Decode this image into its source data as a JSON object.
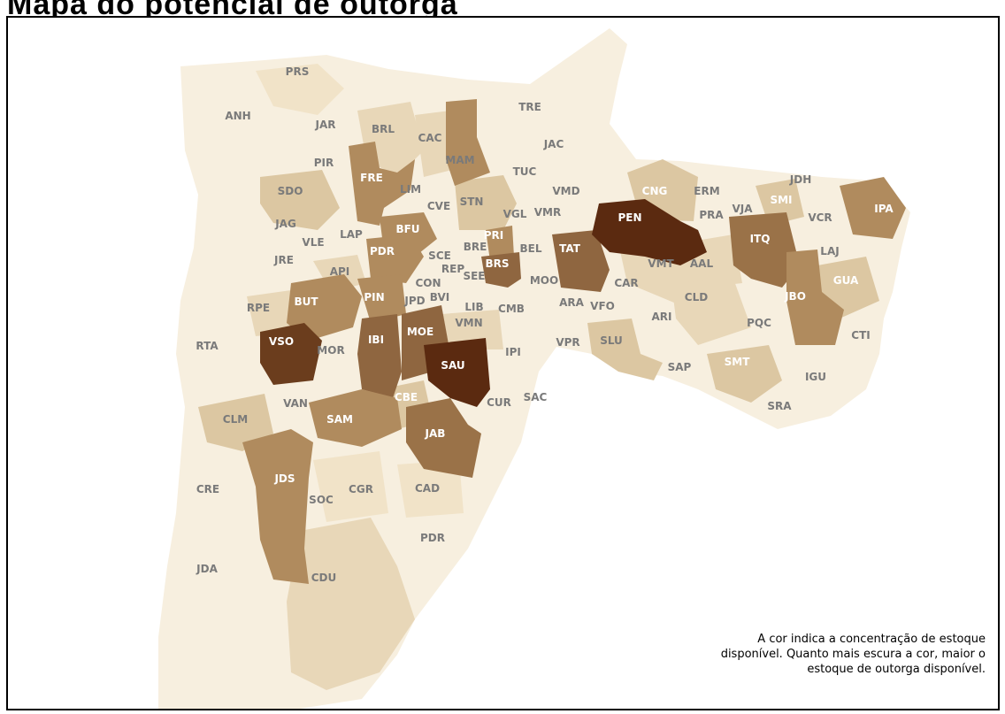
{
  "header": {
    "title": "Mapa do potencial de outorga"
  },
  "caption": "A cor indica a concentração de estoque disponível. Quanto mais escura a cor, maior o estoque de outorga disponível.",
  "colors": {
    "lightest": "#f7efdf",
    "light": "#f1e3c8",
    "medium_light": "#dcc7a2",
    "medium": "#b08b5e",
    "dark": "#7e5535",
    "darkest": "#5b2a10"
  },
  "districts": [
    {
      "code": "PRS"
    },
    {
      "code": "ANH"
    },
    {
      "code": "JAR"
    },
    {
      "code": "BRL"
    },
    {
      "code": "CAC"
    },
    {
      "code": "TRE"
    },
    {
      "code": "JAC"
    },
    {
      "code": "PIR"
    },
    {
      "code": "FRE"
    },
    {
      "code": "MAM"
    },
    {
      "code": "TUC"
    },
    {
      "code": "SDO"
    },
    {
      "code": "LIM"
    },
    {
      "code": "STN"
    },
    {
      "code": "VMD"
    },
    {
      "code": "CNG"
    },
    {
      "code": "ERM"
    },
    {
      "code": "JDH"
    },
    {
      "code": "IPA"
    },
    {
      "code": "JAG"
    },
    {
      "code": "CVE"
    },
    {
      "code": "VGL"
    },
    {
      "code": "VMR"
    },
    {
      "code": "PEN"
    },
    {
      "code": "PRA"
    },
    {
      "code": "VJA"
    },
    {
      "code": "SMI"
    },
    {
      "code": "VCR"
    },
    {
      "code": "BFU"
    },
    {
      "code": "VLE"
    },
    {
      "code": "LAP"
    },
    {
      "code": "PRI"
    },
    {
      "code": "ITQ"
    },
    {
      "code": "BRE"
    },
    {
      "code": "BEL"
    },
    {
      "code": "TAT"
    },
    {
      "code": "PDR"
    },
    {
      "code": "SCE"
    },
    {
      "code": "BRS"
    },
    {
      "code": "LAJ"
    },
    {
      "code": "JRE"
    },
    {
      "code": "REP"
    },
    {
      "code": "SEE"
    },
    {
      "code": "VMT"
    },
    {
      "code": "AAL"
    },
    {
      "code": "API"
    },
    {
      "code": "CON"
    },
    {
      "code": "MOO"
    },
    {
      "code": "CAR"
    },
    {
      "code": "GUA"
    },
    {
      "code": "BUT"
    },
    {
      "code": "PIN"
    },
    {
      "code": "JPD"
    },
    {
      "code": "BVI"
    },
    {
      "code": "CLD"
    },
    {
      "code": "RPE"
    },
    {
      "code": "LIB"
    },
    {
      "code": "CMB"
    },
    {
      "code": "ARA"
    },
    {
      "code": "VFO"
    },
    {
      "code": "JBO"
    },
    {
      "code": "MOE"
    },
    {
      "code": "VMN"
    },
    {
      "code": "ARI"
    },
    {
      "code": "PQC"
    },
    {
      "code": "VSO"
    },
    {
      "code": "IBI"
    },
    {
      "code": "CTI"
    },
    {
      "code": "RTA"
    },
    {
      "code": "MOR"
    },
    {
      "code": "VPR"
    },
    {
      "code": "SLU"
    },
    {
      "code": "SAU"
    },
    {
      "code": "IPI"
    },
    {
      "code": "SAP"
    },
    {
      "code": "SMT"
    },
    {
      "code": "IGU"
    },
    {
      "code": "SAC"
    },
    {
      "code": "VAN"
    },
    {
      "code": "CBE"
    },
    {
      "code": "CUR"
    },
    {
      "code": "SRA"
    },
    {
      "code": "SAM"
    },
    {
      "code": "CLM"
    },
    {
      "code": "JAB"
    },
    {
      "code": "JDS"
    },
    {
      "code": "CAD"
    },
    {
      "code": "CRE"
    },
    {
      "code": "CGR"
    },
    {
      "code": "SOC"
    },
    {
      "code": "PDR"
    },
    {
      "code": "JDA"
    },
    {
      "code": "CDU"
    }
  ]
}
